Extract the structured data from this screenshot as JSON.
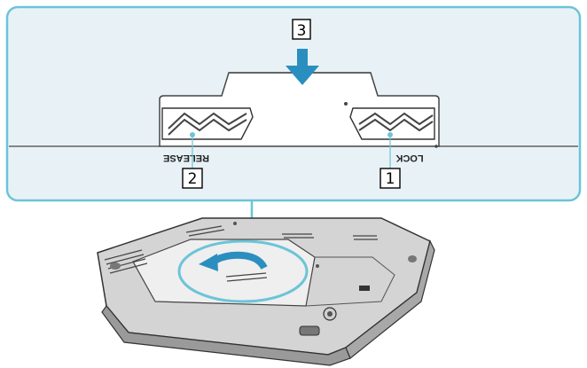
{
  "callouts": {
    "step1": "1",
    "step2": "2",
    "step3": "3"
  },
  "latches": {
    "release_label": "RELEASE",
    "lock_label": "LOCK"
  },
  "colors": {
    "frame_border": "#6cc4d8",
    "frame_fill": "#e8f2f6",
    "arrow": "#2a8fbf",
    "outline": "#333333",
    "laptop_body": "#d9d9d9",
    "laptop_dark": "#555555"
  },
  "icons": {
    "push_direction": "arrow-down-icon",
    "slide_direction": "curved-arrow-left-icon",
    "release_latch": "zigzag-latch-icon",
    "lock_latch": "zigzag-latch-icon"
  }
}
